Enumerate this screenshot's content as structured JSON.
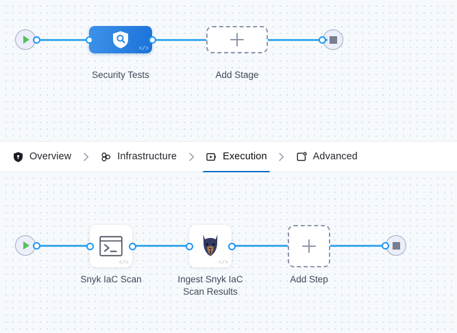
{
  "tabs": [
    {
      "id": "overview",
      "label": "Overview",
      "icon": "shield-icon",
      "active": false
    },
    {
      "id": "infrastructure",
      "label": "Infrastructure",
      "icon": "cluster-icon",
      "active": false
    },
    {
      "id": "execution",
      "label": "Execution",
      "icon": "play-box-icon",
      "active": true
    },
    {
      "id": "advanced",
      "label": "Advanced",
      "icon": "settings-box-icon",
      "active": false
    }
  ],
  "stage_graph": {
    "start_node": {
      "name": "pipeline-start",
      "icon": "play-icon"
    },
    "end_node": {
      "name": "pipeline-end",
      "icon": "stop-icon"
    },
    "nodes": [
      {
        "id": "security-tests",
        "label": "Security Tests",
        "icon": "shield-search-icon",
        "badge": "</>",
        "type": "stage"
      },
      {
        "id": "add-stage",
        "label": "Add Stage",
        "icon": "plus-icon",
        "type": "add"
      }
    ]
  },
  "step_graph": {
    "start_node": {
      "name": "execution-start",
      "icon": "play-icon"
    },
    "end_node": {
      "name": "execution-end",
      "icon": "stop-icon"
    },
    "nodes": [
      {
        "id": "snyk-iac-scan",
        "label": "Snyk IaC Scan",
        "icon": "terminal-icon",
        "badge": "</>",
        "type": "step"
      },
      {
        "id": "ingest-snyk-iac",
        "label": "Ingest Snyk IaC\nScan Results",
        "icon": "snyk-dog-icon",
        "badge": "</>",
        "type": "step"
      },
      {
        "id": "add-step",
        "label": "Add Step",
        "icon": "plus-icon",
        "type": "add"
      }
    ]
  },
  "colors": {
    "accent": "#0b6bcb",
    "wire": "#41aaf0",
    "port": "#2196f3",
    "stage_blue_from": "#3d92e8",
    "stage_blue_to": "#1b73d9",
    "start_green": "#55c25a",
    "stop_gray": "#777f90",
    "canvas_bg": "#f7fafd",
    "dot": "#d4dbe6",
    "label_text": "#3f4758",
    "dashed_border": "#8e97ab"
  }
}
